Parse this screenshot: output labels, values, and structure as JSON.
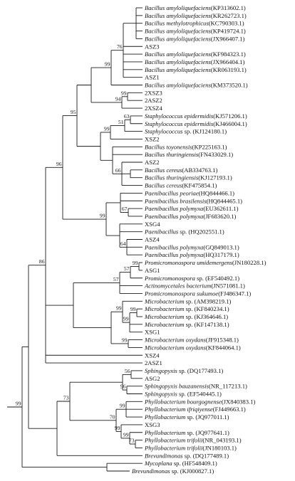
{
  "tree": {
    "taxa": [
      {
        "it": "Bacillus amyloliquefaciens",
        "rest": "(KP313602.1)"
      },
      {
        "it": "Bacillus amyloliquefaciens",
        "rest": "(KR262723.1)"
      },
      {
        "it": "Bacillus methylotrophicus",
        "rest": "(KC790303.1)"
      },
      {
        "it": "Bacillus amyloliquefaciens",
        "rest": "(KP419724.1)"
      },
      {
        "it": "Bacillus amyloliquefaciens",
        "rest": "(JX966407.1)"
      },
      {
        "it": "",
        "rest": "ASZ3"
      },
      {
        "it": "Bacillus amyloliquefaciens",
        "rest": "(KF984323.1)"
      },
      {
        "it": "Bacillus amyloliquefaciens",
        "rest": "(JX966404.1)"
      },
      {
        "it": "Bacillus amyloliquefaciens",
        "rest": "(KR063193.1)"
      },
      {
        "it": "",
        "rest": "ASZ1"
      },
      {
        "it": "Bacillus amyloliquefaciens",
        "rest": "(KM373520.1)"
      },
      {
        "it": "",
        "rest": "2XSZ3"
      },
      {
        "it": "",
        "rest": "2ASZ2"
      },
      {
        "it": "",
        "rest": "2XSZ4"
      },
      {
        "it": "Staphylococcus epidermidis",
        "rest": "(KJ571206.1)"
      },
      {
        "it": "Staphylococcus epidermidis",
        "rest": "(KJ466004.1)"
      },
      {
        "it": "Staphylococcus",
        "rest": " sp. (KJ124180.1)"
      },
      {
        "it": "",
        "rest": "XSZ2"
      },
      {
        "it": "Bacillus toyonensis",
        "rest": "(KP225163.1)"
      },
      {
        "it": "Bacillus thuringiensis",
        "rest": "(FN433029.1)"
      },
      {
        "it": "",
        "rest": "ASZ2"
      },
      {
        "it": "Bacillus cereus",
        "rest": "(AB334763.1)"
      },
      {
        "it": "Bacillus thuringiensis",
        "rest": "(KJ127193.1)"
      },
      {
        "it": "Bacillus cereus",
        "rest": "(KF475854.1)"
      },
      {
        "it": "Paenibacillus peoriae",
        "rest": "(HQ844466.1)"
      },
      {
        "it": "Paenibacillus brasilensis",
        "rest": "(HQ844465.1)"
      },
      {
        "it": "Paenibacillus polymyxa",
        "rest": "(EU362611.1)"
      },
      {
        "it": "Paenibacillus polymyxa",
        "rest": "(JF683620.1)"
      },
      {
        "it": "",
        "rest": "XSG4"
      },
      {
        "it": "Paenibacillus",
        "rest": " sp. (HQ202551.1)"
      },
      {
        "it": "",
        "rest": "ASZ4"
      },
      {
        "it": "Paenibacillus polymyxa",
        "rest": "(GQ849013.1)"
      },
      {
        "it": "Paenibacillus polymyxa",
        "rest": "(HQ317179.1)"
      },
      {
        "it": "Promicromonospora umidemergens",
        "rest": "(JN180228.1)"
      },
      {
        "it": "",
        "rest": "ASG1"
      },
      {
        "it": "Promicromonospora",
        "rest": " sp. (EF540492.1)"
      },
      {
        "it": "Actinomycetales bacterium",
        "rest": "(JN571081.1)"
      },
      {
        "it": "Promicromonospora sukumoe",
        "rest": "(FJ486347.1)"
      },
      {
        "it": "Microbacterium",
        "rest": " sp. (AM398219.1)"
      },
      {
        "it": "Microbacterium",
        "rest": " sp. (KF840234.1)"
      },
      {
        "it": "Microbacterium",
        "rest": " sp. (KJ364646.1)"
      },
      {
        "it": "Microbacterium",
        "rest": " sp. (KF147138.1)"
      },
      {
        "it": "",
        "rest": "XSG1"
      },
      {
        "it": "Microbacterium oxydans",
        "rest": "(JF915348.1)"
      },
      {
        "it": "Microbacterium oxydans",
        "rest": "(KF844064.1)"
      },
      {
        "it": "",
        "rest": "XSZ4"
      },
      {
        "it": "",
        "rest": "2ASZ1"
      },
      {
        "it": "Sphingopyxis",
        "rest": " sp. (DQ177493.1)"
      },
      {
        "it": "",
        "rest": "ASG2"
      },
      {
        "it": "Sphingopyxis bauzanensis",
        "rest": "(NR_117213.1)"
      },
      {
        "it": "Sphingopyxis",
        "rest": " sp. (EF540445.1)"
      },
      {
        "it": "Phyllobacterium bourgognense",
        "rest": "(JX840383.1)"
      },
      {
        "it": "Phyllobacterium ifriqiyense",
        "rest": "(FJ449663.1)"
      },
      {
        "it": "Phyllobacterium",
        "rest": " sp. (JQ977011.1)"
      },
      {
        "it": "",
        "rest": "XSG3"
      },
      {
        "it": "Phyllobacterium",
        "rest": " sp. (JQ977641.1)"
      },
      {
        "it": "Phyllobacterium trifolii",
        "rest": "(NR_043193.1)"
      },
      {
        "it": "Phyllobacterium trifolii",
        "rest": "(JN180103.1)"
      },
      {
        "it": "Brevundimonas",
        "rest": " sp. (DQ177489.1)"
      },
      {
        "it": "Mycoplana",
        "rest": " sp. (HF548409.1)"
      },
      {
        "it": "Brevundimonas",
        "rest": " sp. (KJ000827.1)"
      }
    ],
    "bootstrap": [
      {
        "node": "n_amyloA",
        "value": "76"
      },
      {
        "node": "n_amyloB",
        "value": "99"
      },
      {
        "node": "n_2asz2",
        "value": "99"
      },
      {
        "node": "n_2xsz",
        "value": "94"
      },
      {
        "node": "n_staphEpi",
        "value": "63"
      },
      {
        "node": "n_staph",
        "value": "51"
      },
      {
        "node": "n_staph2",
        "value": "99"
      },
      {
        "node": "n_bacilli",
        "value": "95"
      },
      {
        "node": "n_cereus",
        "value": "66"
      },
      {
        "node": "n_firm",
        "value": "96"
      },
      {
        "node": "n_paen",
        "value": "99"
      },
      {
        "node": "n_paenPoly",
        "value": "67"
      },
      {
        "node": "n_asz4",
        "value": "64"
      },
      {
        "node": "n_promi1",
        "value": "57"
      },
      {
        "node": "n_promi2",
        "value": "99"
      },
      {
        "node": "n_actino",
        "value": "57"
      },
      {
        "node": "n_micro2",
        "value": "99"
      },
      {
        "node": "n_micro1",
        "value": "99"
      },
      {
        "node": "n_microA",
        "value": "99"
      },
      {
        "node": "n_microOx",
        "value": "99"
      },
      {
        "node": "n_gp",
        "value": "86"
      },
      {
        "node": "n_root",
        "value": "99"
      },
      {
        "node": "n_sph1",
        "value": "56"
      },
      {
        "node": "n_sph2",
        "value": "96"
      },
      {
        "node": "n_alpha",
        "value": "73"
      },
      {
        "node": "n_phyA",
        "value": "99"
      },
      {
        "node": "n_phyB",
        "value": "70"
      },
      {
        "node": "n_phyC",
        "value": "99"
      },
      {
        "node": "n_phyD",
        "value": "99"
      },
      {
        "node": "n_phyE",
        "value": "73"
      }
    ]
  }
}
